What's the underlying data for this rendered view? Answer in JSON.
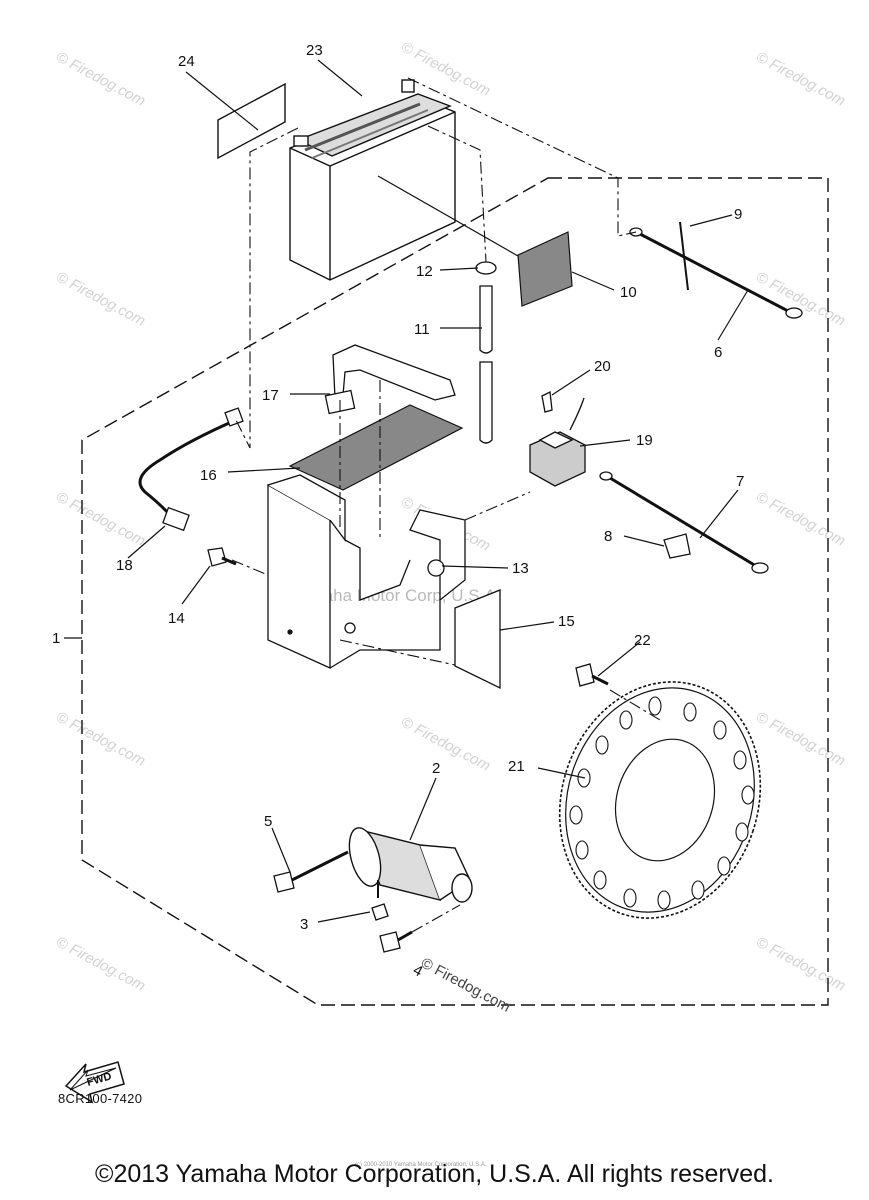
{
  "diagram": {
    "callouts": [
      {
        "id": "c24",
        "text": "24"
      },
      {
        "id": "c23",
        "text": "23"
      },
      {
        "id": "c9",
        "text": "9"
      },
      {
        "id": "c12",
        "text": "12"
      },
      {
        "id": "c10",
        "text": "10"
      },
      {
        "id": "c6",
        "text": "6"
      },
      {
        "id": "c11",
        "text": "11"
      },
      {
        "id": "c20",
        "text": "20"
      },
      {
        "id": "c17",
        "text": "17"
      },
      {
        "id": "c19",
        "text": "19"
      },
      {
        "id": "c16",
        "text": "16"
      },
      {
        "id": "c7",
        "text": "7"
      },
      {
        "id": "c8",
        "text": "8"
      },
      {
        "id": "c18",
        "text": "18"
      },
      {
        "id": "c13",
        "text": "13"
      },
      {
        "id": "c14",
        "text": "14"
      },
      {
        "id": "c15",
        "text": "15"
      },
      {
        "id": "c1",
        "text": "1"
      },
      {
        "id": "c22",
        "text": "22"
      },
      {
        "id": "c2",
        "text": "2"
      },
      {
        "id": "c21",
        "text": "21"
      },
      {
        "id": "c5",
        "text": "5"
      },
      {
        "id": "c3",
        "text": "3"
      },
      {
        "id": "c4",
        "text": "4"
      }
    ],
    "fwd_label": "FWD",
    "diagram_code": "8CR100-7420",
    "center_watermark": "Yamaha Motor Corp, U.S.A.",
    "watermark_text": "© Firedog.com",
    "tiny_notice": "(c) 2000-2010 Yamaha Motor Corporation, U.S.A.",
    "copyright": "©2013 Yamaha Motor Corporation, U.S.A. All rights reserved."
  }
}
